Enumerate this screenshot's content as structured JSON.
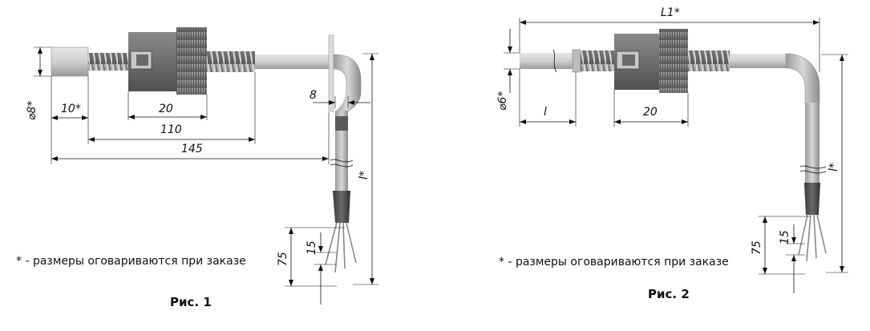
{
  "figure1": {
    "dims": {
      "diameter": "⌀8*",
      "d10": "10*",
      "d20": "20",
      "d110": "110",
      "d145": "145",
      "d8": "8",
      "len": "l*",
      "d75": "75",
      "d15": "15"
    },
    "note": "* - размеры оговариваются при заказе",
    "caption": "Рис. 1"
  },
  "figure2": {
    "dims": {
      "total": "L1*",
      "diameter": "⌀6*",
      "l": "l",
      "d20": "20",
      "len": "l*",
      "d75": "75",
      "d15": "15"
    },
    "note": "* - размеры оговариваются при заказе",
    "caption": "Рис. 2"
  }
}
